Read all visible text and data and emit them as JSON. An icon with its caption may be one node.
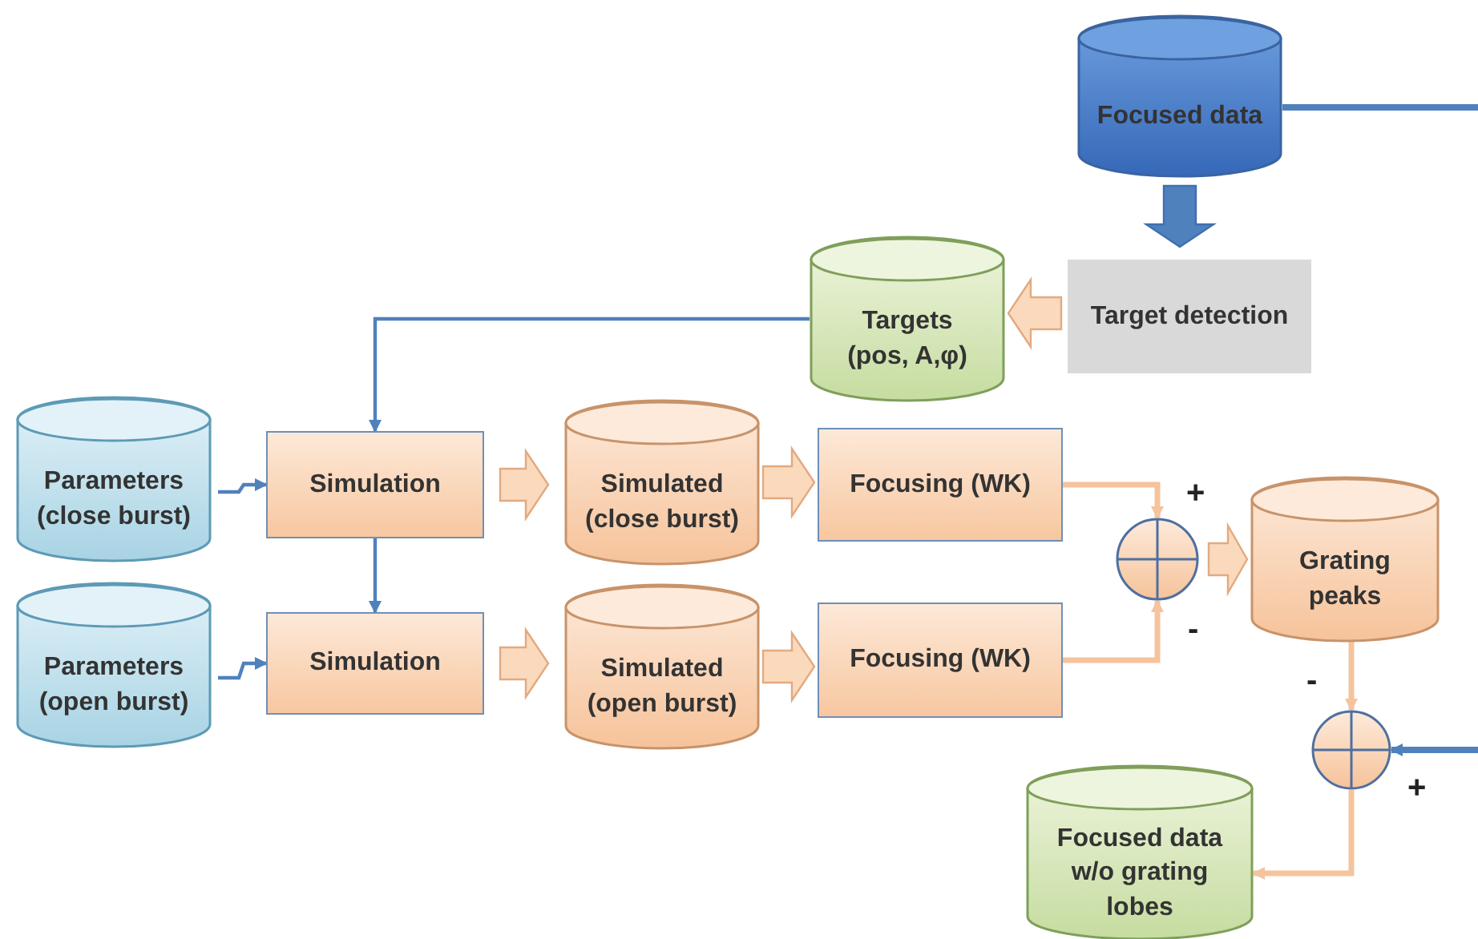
{
  "diagram": {
    "nodes": [
      {
        "text": [
          "Focused data"
        ]
      },
      {
        "text": [
          "Target detection"
        ]
      },
      {
        "text": [
          "Targets (pos, A,φ)"
        ]
      },
      {
        "text": [
          "Parameters (close burst)"
        ]
      },
      {
        "text": [
          "Simulation"
        ]
      },
      {
        "text": [
          "Simulated (close burst)"
        ]
      },
      {
        "text": [
          "Focusing (WK)"
        ]
      },
      {
        "text": [
          "Parameters (open burst)"
        ]
      },
      {
        "text": [
          "Simulation"
        ]
      },
      {
        "text": [
          "Simulated (open burst)"
        ]
      },
      {
        "text": [
          "Focusing (WK)"
        ]
      },
      {
        "text": [],
        "shape": "circle"
      },
      {
        "text": [
          "Grating peaks"
        ]
      },
      {
        "text": [],
        "shape": "circle"
      },
      {
        "text": [
          "Focused data w/o grating lobes"
        ]
      }
    ],
    "edges": [
      {
        "from": 0,
        "to": 1,
        "arrow": "to",
        "style": "thick",
        "color": "#4f81bd"
      },
      {
        "from": 1,
        "to": 2,
        "arrow": "to",
        "style": "thick",
        "color": "#f5c39c"
      },
      {
        "from": 2,
        "to": 4,
        "arrow": "to",
        "color": "#4f81bd"
      },
      {
        "from": 4,
        "to": 8,
        "arrow": "to",
        "color": "#4f81bd"
      },
      {
        "from": 3,
        "to": 4,
        "arrow": "to",
        "color": "#4f81bd"
      },
      {
        "from": 7,
        "to": 8,
        "arrow": "to",
        "color": "#4f81bd"
      },
      {
        "from": 4,
        "to": 5,
        "arrow": "to",
        "style": "thick",
        "color": "#f5c39c"
      },
      {
        "from": 8,
        "to": 9,
        "arrow": "to",
        "style": "thick",
        "color": "#f5c39c"
      },
      {
        "from": 5,
        "to": 6,
        "arrow": "to",
        "style": "thick",
        "color": "#f5c39c"
      },
      {
        "from": 9,
        "to": 10,
        "arrow": "to",
        "style": "thick",
        "color": "#f5c39c"
      },
      {
        "from": 6,
        "to": 11,
        "arrow": "to",
        "color": "#f5c39c"
      },
      {
        "from": 10,
        "to": 11,
        "arrow": "to",
        "color": "#f5c39c"
      },
      {
        "from": 11,
        "to": 12,
        "arrow": "to",
        "style": "thick",
        "color": "#f5c39c"
      },
      {
        "from": 12,
        "to": 13,
        "arrow": "to",
        "color": "#f5c39c"
      },
      {
        "from": 13,
        "to": 14,
        "arrow": "to",
        "color": "#f5c39c"
      },
      {
        "from": 0,
        "to": null,
        "arrow": "none",
        "color": "#4f81bd"
      },
      {
        "from": null,
        "to": 13,
        "arrow": "to",
        "color": "#4f81bd"
      }
    ],
    "labels": [
      "+",
      "-",
      "-",
      "+"
    ]
  }
}
